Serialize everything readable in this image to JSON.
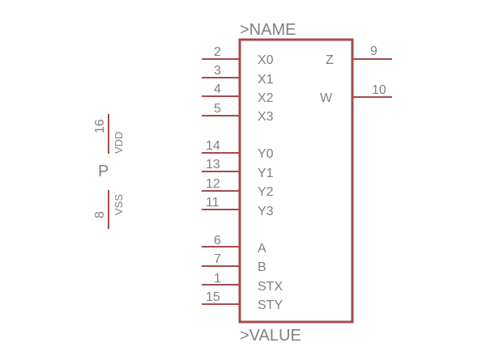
{
  "symbol": {
    "name_label": ">NAME",
    "value_label": ">VALUE",
    "body_color": "#a54b4b",
    "text_color": "#808080",
    "left_pins": [
      {
        "num": "2",
        "name": "X0"
      },
      {
        "num": "3",
        "name": "X1"
      },
      {
        "num": "4",
        "name": "X2"
      },
      {
        "num": "5",
        "name": "X3"
      },
      {
        "num": "14",
        "name": "Y0"
      },
      {
        "num": "13",
        "name": "Y1"
      },
      {
        "num": "12",
        "name": "Y2"
      },
      {
        "num": "11",
        "name": "Y3"
      },
      {
        "num": "6",
        "name": "A"
      },
      {
        "num": "7",
        "name": "B"
      },
      {
        "num": "1",
        "name": "STX"
      },
      {
        "num": "15",
        "name": "STY"
      }
    ],
    "right_pins": [
      {
        "num": "9",
        "name": "Z"
      },
      {
        "num": "10",
        "name": "W"
      }
    ]
  },
  "power": {
    "label": "P",
    "pins": [
      {
        "num": "16",
        "name": "VDD"
      },
      {
        "num": "8",
        "name": "VSS"
      }
    ]
  }
}
